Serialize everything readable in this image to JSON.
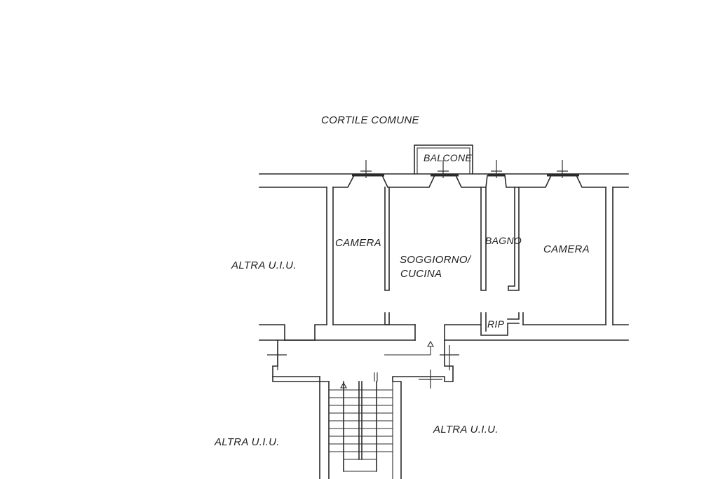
{
  "labels": {
    "courtyard": "CORTILE COMUNE",
    "balcony": "BALCONE",
    "bedroom_left": "CAMERA",
    "living_line1": "SOGGIORNO/",
    "living_line2": "CUCINA",
    "bathroom": "BAGNO",
    "bedroom_right": "CAMERA",
    "closet": "RIP",
    "other_unit_left": "ALTRA U.I.U.",
    "other_unit_bottom_left": "ALTRA U.I.U.",
    "other_unit_bottom_right": "ALTRA U.I.U."
  },
  "colors": {
    "line": "#2a2a2a",
    "background": "#ffffff",
    "text": "#222222"
  }
}
